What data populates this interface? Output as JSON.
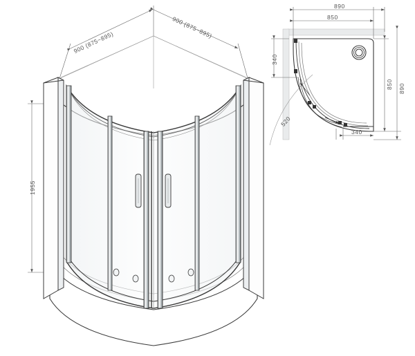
{
  "drawing": {
    "type": "technical-cad-drawing",
    "subject": "quadrant sliding-door shower enclosure",
    "line_color": "#3a3a3a",
    "dimension_color": "#555555",
    "glass_tint": "#f2f4f5",
    "background": "#ffffff"
  },
  "isometric_view": {
    "name": "isometric-view",
    "dimensions": {
      "top_left_label": "900 (875~895)",
      "top_right_label": "900 (875~895)",
      "height_label": "1955"
    },
    "parts": {
      "left_wall_profile": "wall-profile-left",
      "right_wall_profile": "wall-profile-right",
      "fixed_panel_left": "fixed-glass-panel-left",
      "fixed_panel_right": "fixed-glass-panel-right",
      "sliding_door_left": "sliding-door-left",
      "sliding_door_right": "sliding-door-right",
      "handle_left": "door-handle-left",
      "handle_right": "door-handle-right",
      "top_rail": "curved-top-rail",
      "bottom_rail": "curved-bottom-rail",
      "tray": "shower-tray",
      "rollers": "roller-wheels"
    }
  },
  "plan_view": {
    "name": "plan-view",
    "dimensions": {
      "top_outer": "890",
      "top_inner": "850",
      "right_inner": "850",
      "right_outer": "890",
      "left_offset": "340",
      "bottom_offset": "340",
      "radius_label": "520"
    },
    "parts": {
      "tray_outline": "tray-outline",
      "drain": "drain-hole",
      "wall_left": "wall-hatch-left",
      "wall_top": "wall-hatch-top",
      "door_track": "door-track-arc",
      "slide_arrows": "sliding-direction-arrows"
    }
  }
}
